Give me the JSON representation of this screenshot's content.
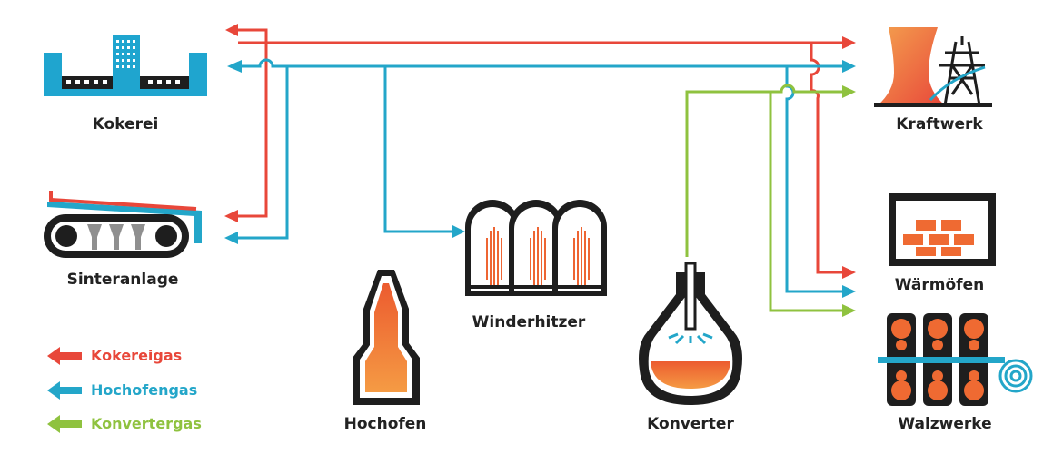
{
  "colors": {
    "kokereigas": "#e8473a",
    "hochofengas": "#23a6c9",
    "konvertergas": "#8fc23f",
    "orange": "#f1772f",
    "orange_light": "#f9a94f",
    "dark": "#1e1e1e",
    "cyan": "#1fa5cf",
    "gray": "#9a9a9a"
  },
  "nodes": {
    "kokerei": "Kokerei",
    "sinteranlage": "Sinteranlage",
    "hochofen": "Hochofen",
    "winderhitzer": "Winderhitzer",
    "konverter": "Konverter",
    "kraftwerk": "Kraftwerk",
    "waermoefen": "Wärmöfen",
    "walzwerke": "Walzwerke"
  },
  "legend": [
    {
      "label": "Kokereigas",
      "color": "#e8473a"
    },
    {
      "label": "Hochofengas",
      "color": "#23a6c9"
    },
    {
      "label": "Konvertergas",
      "color": "#8fc23f"
    }
  ]
}
